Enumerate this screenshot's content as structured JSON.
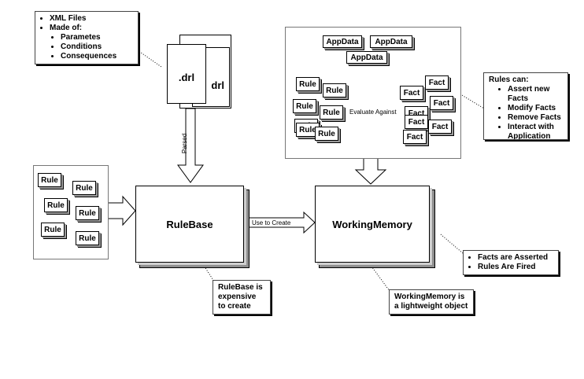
{
  "top_left_note": {
    "items": [
      "XML Files",
      "Made of:"
    ],
    "sub_items": [
      "Parametes",
      "Conditions",
      "Consequences"
    ]
  },
  "files": {
    "file1": ".drl",
    "file2": "drl"
  },
  "arrows": {
    "parsed": "Parsed",
    "use_to_create": "Use to Create",
    "evaluate_against": "Evaluate Against"
  },
  "main": {
    "rulebase": "RuleBase",
    "workingmemory": "WorkingMemory"
  },
  "left_rules": [
    "Rule",
    "Rule",
    "Rule",
    "Rule",
    "Rule",
    "Rule"
  ],
  "appdata": [
    "AppData",
    "AppData",
    "AppData"
  ],
  "wm_rules": [
    "Rule",
    "Rule",
    "Rule",
    "Rule",
    "Rule",
    "Rule",
    "Rule"
  ],
  "facts": [
    "Fact",
    "Fact",
    "Fact",
    "Fact",
    "Fact",
    "Fact",
    "Fact"
  ],
  "rules_can_note": {
    "title": "Rules can:",
    "items": [
      "Assert new Facts",
      "Modify Facts",
      "Remove Facts",
      "Interact with Application Data",
      ""
    ]
  },
  "facts_note": {
    "items": [
      "Facts are Asserted",
      "Rules Are Fired"
    ]
  },
  "rulebase_note": {
    "text": "RuleBase is expensive to create"
  },
  "wm_note": {
    "text": "WorkingMemory is a lightweight object"
  }
}
